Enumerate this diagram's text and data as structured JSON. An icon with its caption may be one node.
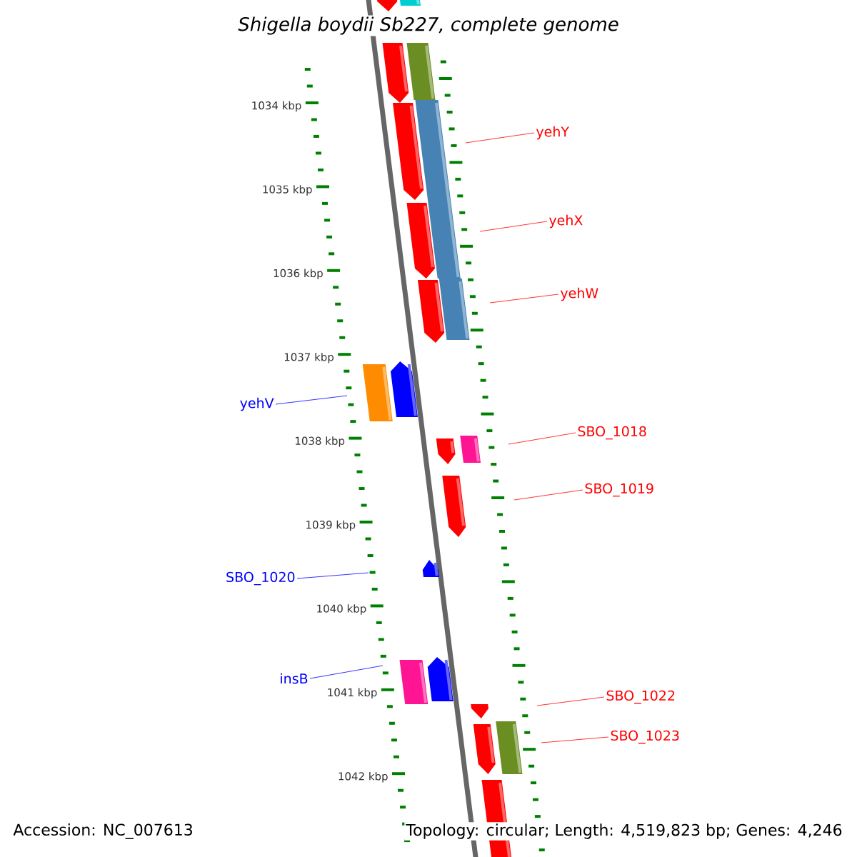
{
  "diagram": {
    "title": "*Shigella boydii* Sb227, complete genome",
    "nodes": [
      {
        "text": [
          "yehY"
        ]
      },
      {
        "text": [
          "yehX"
        ]
      },
      {
        "text": [
          "yehW"
        ]
      },
      {
        "text": [
          "yehV"
        ]
      },
      {
        "text": [
          "SBO_1018"
        ]
      },
      {
        "text": [
          "SBO_1019"
        ]
      },
      {
        "text": [
          "SBO_1020"
        ]
      },
      {
        "text": [
          "insB"
        ]
      },
      {
        "text": [
          "SBO_1022"
        ]
      },
      {
        "text": [
          "SBO_1023"
        ]
      }
    ],
    "edges": [
      {
        "from": 0,
        "to": null,
        "arrow": "none",
        "color": "#ff0000"
      },
      {
        "from": 1,
        "to": null,
        "arrow": "none",
        "color": "#ff0000"
      },
      {
        "from": 2,
        "to": null,
        "arrow": "none",
        "color": "#ff0000"
      },
      {
        "from": 3,
        "to": null,
        "arrow": "none",
        "color": "#0000ff"
      },
      {
        "from": 4,
        "to": null,
        "arrow": "none",
        "color": "#ff0000"
      },
      {
        "from": 5,
        "to": null,
        "arrow": "none",
        "color": "#ff0000"
      },
      {
        "from": 6,
        "to": null,
        "arrow": "none",
        "color": "#0000ff"
      },
      {
        "from": 7,
        "to": null,
        "arrow": "none",
        "color": "#0000ff"
      },
      {
        "from": 8,
        "to": null,
        "arrow": "none",
        "color": "#ff0000"
      },
      {
        "from": 9,
        "to": null,
        "arrow": "none",
        "color": "#ff0000"
      }
    ],
    "labels": [
      "1034 kbp",
      "1035 kbp",
      "1036 kbp",
      "1037 kbp",
      "1038 kbp",
      "1039 kbp",
      "1040 kbp",
      "1041 kbp",
      "1042 kbp",
      "Accession: NC_007613",
      "Topology: circular; Length: 4,519,823 bp; Genes: 4,246"
    ]
  }
}
